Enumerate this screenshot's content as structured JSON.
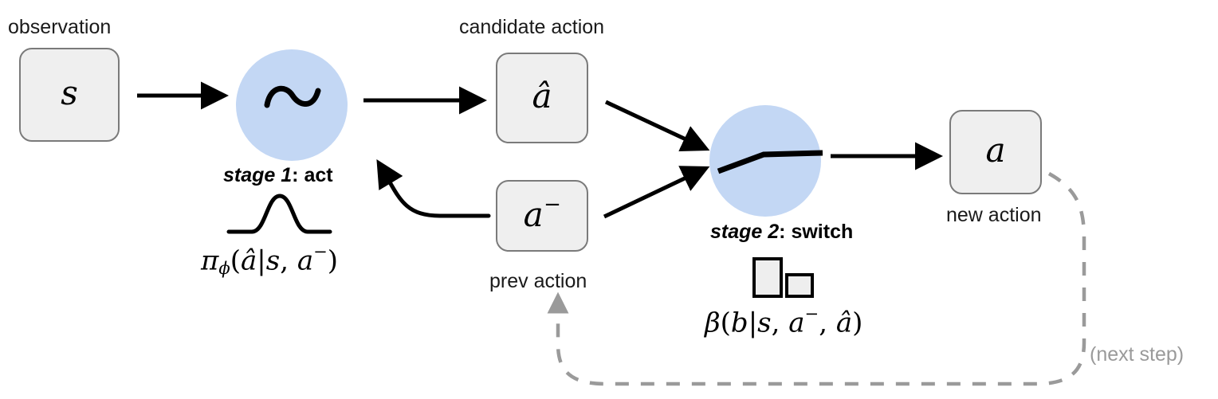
{
  "figure": {
    "title": "Two-stage act-and-switch policy diagram",
    "background": "#ffffff",
    "palette": {
      "box_fill": "#efefef",
      "box_stroke": "#7a7a7a",
      "circle_fill": "#c3d7f4",
      "arrow_color": "#000000",
      "dashed_color": "#9a9a9a",
      "text_color": "#1a1a1a",
      "muted_text_color": "#9a9a9a"
    }
  },
  "nodes": {
    "observation": {
      "caption": "observation",
      "symbol": "s",
      "symbol_plain": "s"
    },
    "candidate_action": {
      "caption": "candidate action",
      "symbol": "â",
      "symbol_plain": "a-hat"
    },
    "prev_action": {
      "caption": "prev action",
      "symbol": "a",
      "superscript": "−",
      "symbol_plain": "a-minus"
    },
    "new_action": {
      "caption": "new action",
      "symbol": "a",
      "symbol_plain": "a"
    }
  },
  "stages": [
    {
      "id": "stage-1",
      "label_emphasis": "stage 1",
      "label_rest": ": act",
      "icon": "tilde-icon",
      "icon_glyph": "∼",
      "sketch": "gaussian-bump-sketch",
      "formula_parts": {
        "head": "π",
        "subscript": "ϕ",
        "open": "(",
        "arg": "â",
        "bar": "|",
        "cond_1": "s",
        "comma": ", ",
        "cond_2": "a",
        "cond_2_sup": "−",
        "close": ")"
      },
      "formula_plain": "π_ϕ(â|s, a⁻)"
    },
    {
      "id": "stage-2",
      "label_emphasis": "stage 2",
      "label_rest": ": switch",
      "icon": "switch-lever-icon",
      "sketch": "two-bar-chart-sketch",
      "formula_parts": {
        "head": "β",
        "open": "(",
        "arg": "b",
        "bar": "|",
        "cond_1": "s",
        "comma": ", ",
        "cond_2": "a",
        "cond_2_sup": "−",
        "comma_2": ", ",
        "cond_3": "â",
        "close": ")"
      },
      "formula_plain": "β(b|s, a⁻, â)"
    }
  ],
  "edges": [
    {
      "id": "obs-to-stage1",
      "from": "observation",
      "to": "stage-1",
      "style": "solid"
    },
    {
      "id": "stage1-to-candidate",
      "from": "stage-1",
      "to": "candidate_action",
      "style": "solid"
    },
    {
      "id": "candidate-to-stage2",
      "from": "candidate_action",
      "to": "stage-2",
      "style": "solid"
    },
    {
      "id": "prev-to-stage2",
      "from": "prev_action",
      "to": "stage-2",
      "style": "solid"
    },
    {
      "id": "stage2-to-new",
      "from": "stage-2",
      "to": "new_action",
      "style": "solid"
    },
    {
      "id": "prev-to-stage1",
      "from": "prev_action",
      "to": "stage-1",
      "style": "solid-curved"
    },
    {
      "id": "new-to-prev-feedback",
      "from": "new_action",
      "to": "prev_action",
      "style": "dashed",
      "label": "(next step)"
    }
  ],
  "annotations": {
    "next_step": "(next step)"
  }
}
